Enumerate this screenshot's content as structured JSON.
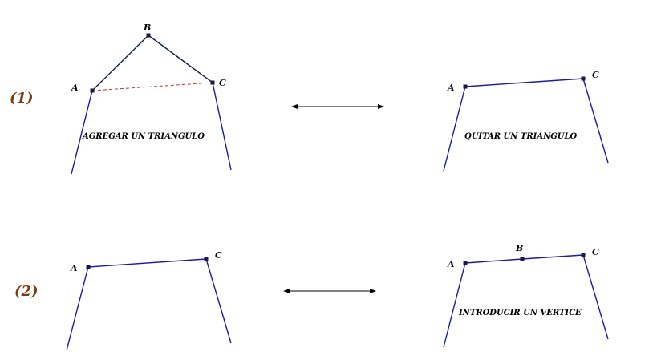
{
  "colors": {
    "polygon_edge": "#1a1aa6",
    "added_edge": "#0d1a4d",
    "dashed_edge": "#c0392b",
    "step_label": "#7a3e10",
    "vertex": "#1a1a40",
    "arrow": "#000000"
  },
  "steps": {
    "one": {
      "label": "(1)"
    },
    "two": {
      "label": "(2)"
    }
  },
  "panels": {
    "p1_left": {
      "caption": "AGREGAR UN TRIANGULO",
      "labels": {
        "A": "A",
        "B": "B",
        "C": "C"
      }
    },
    "p1_right": {
      "caption": "QUITAR UN TRIANGULO",
      "labels": {
        "A": "A",
        "C": "C"
      }
    },
    "p2_left": {
      "caption": "",
      "labels": {
        "A": "A",
        "C": "C"
      }
    },
    "p2_right": {
      "caption": "INTRODUCIR UN VERTICE",
      "labels": {
        "A": "A",
        "B": "B",
        "C": "C"
      }
    }
  },
  "arrows": {
    "icon": "double-headed-arrow-icon"
  }
}
